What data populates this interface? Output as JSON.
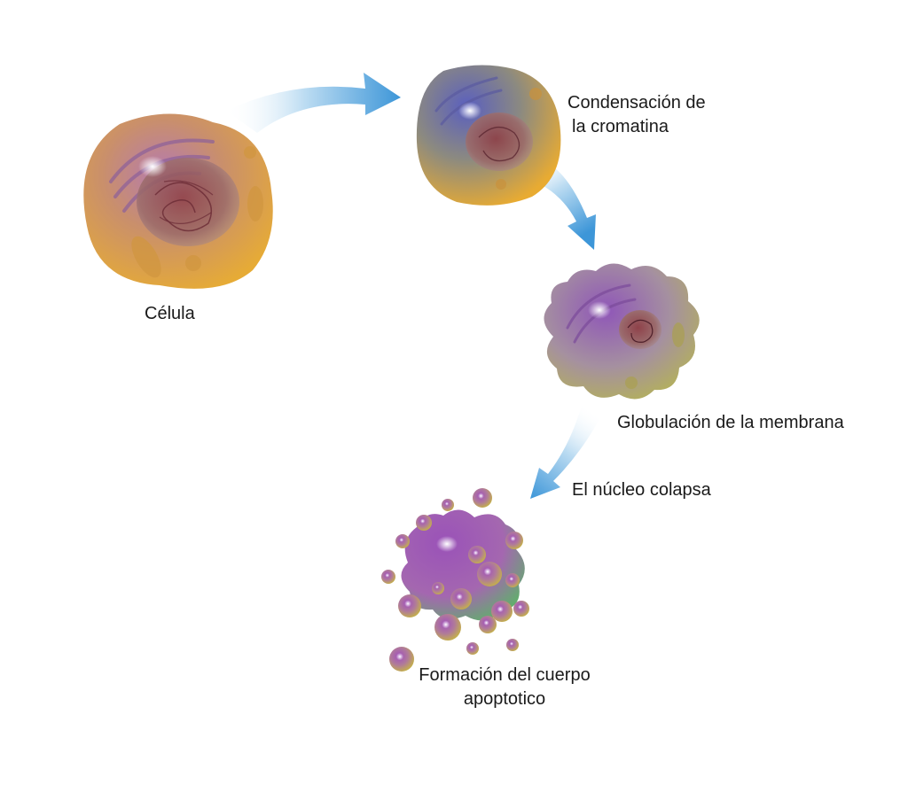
{
  "labels": {
    "cell": "Célula",
    "chromatin_line1": "Condensación de",
    "chromatin_line2": "la cromatina",
    "membrane": "Globulación de la membrana",
    "nucleus": "El núcleo colapsa",
    "body_line1": "Formación del cuerpo",
    "body_line2": "apoptotico"
  },
  "colors": {
    "arrow": "#4aa0dc",
    "cell_body": "#e2a83c",
    "cell_purple": "#9b5fb0",
    "membrane_olive": "#b5b45a",
    "nucleus": "#8a4a52",
    "vesicle_green": "#5fb870"
  },
  "icons": [
    "arrow-icon",
    "cell-icon",
    "nucleus-icon",
    "vesicle-icon"
  ]
}
